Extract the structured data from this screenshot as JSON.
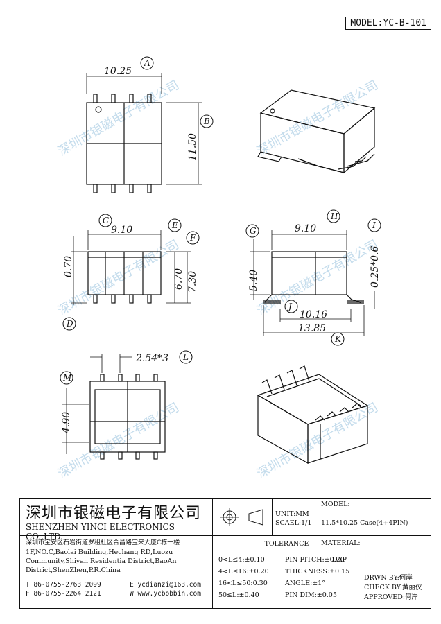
{
  "model": "MODEL:YC-B-101",
  "watermark": "深圳市银磁电子有限公司",
  "dims": {
    "a": "10.25",
    "b": "11.50",
    "c": "9.10",
    "h": "9.10",
    "v070": "0.70",
    "v670": "6.70",
    "v730": "7.30",
    "v540": "5.40",
    "v025": "0.25*0.6",
    "j": "10.16",
    "k": "13.85",
    "l": "2.54*3",
    "m": "4.90"
  },
  "labels": {
    "A": "A",
    "B": "B",
    "C": "C",
    "D": "D",
    "E": "E",
    "F": "F",
    "G": "G",
    "H": "H",
    "I": "I",
    "J": "J",
    "K": "K",
    "L": "L",
    "M": "M"
  },
  "company": {
    "cn": "深圳市银磁电子有限公司",
    "en": "SHENZHEN YINCI ELECTRONICS CO.,LTD.",
    "addr_cn": "深圳市宝安区石岩街道罗租社区合昌路宝来大厦C栋一楼",
    "addr_en1": "1F,NO.C,Baolai Building,Hechang RD,Luozu",
    "addr_en2": "Community,Shiyan Residentia District,BaoAn",
    "addr_en3": "District,ShenZhen,P.R.China",
    "tel": "T 86-0755-2763 2099",
    "fax": "F 86-0755-2264 2121",
    "email": "E ycdianzi@163.com",
    "web": "W www.ycbobbin.com"
  },
  "spec": {
    "unit": "UNIT:MM",
    "scale": "SCAEL:1/1",
    "model_label": "MODEL:",
    "model_value": "11.5*10.25 Case(4+4PIN)",
    "material_label": "MATERIAL:",
    "material_value": "DAP",
    "tolerance": "TOLERANCE",
    "tol": [
      "0<L≤4:±0.10",
      "4<L≤16:±0.20",
      "16<L≤50:0.30",
      "50≤L:±0.40"
    ],
    "pin": [
      "PIN PITCH:±0.20",
      "THICKNESS:±0.15",
      "ANGLE:±1°",
      "PIN DIM:±0.05"
    ],
    "drawn": "DRWN BY:何岸",
    "check": "CHECK BY:黄丽仪",
    "approved": "APPROVED:何岸"
  }
}
